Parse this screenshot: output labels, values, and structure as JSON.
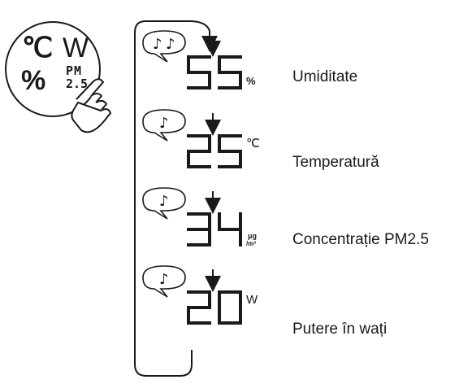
{
  "button": {
    "top_row_left": "℃",
    "top_row_right": "W",
    "bottom_row_left": "%",
    "pm_line1": "PM",
    "pm_line2": "2.5"
  },
  "readings": [
    {
      "digits": "55",
      "unit": "%",
      "beeps": 2,
      "label": "Umiditate"
    },
    {
      "digits": "25",
      "unit": "℃",
      "beeps": 1,
      "label": "Temperatură"
    },
    {
      "digits": "34",
      "unit_top": "μg",
      "unit_bottom": "/m³",
      "beeps": 1,
      "label": "Concentrație PM2.5"
    },
    {
      "digits": "20",
      "unit": "W",
      "beeps": 1,
      "label": "Putere în wați"
    }
  ],
  "icons": [
    "hand-pointer-icon",
    "speech-bubble-icon",
    "music-note-icon",
    "arrow-down-icon",
    "loop-arrow-icon"
  ],
  "colors": {
    "ink": "#1a1a1a",
    "background": "#ffffff"
  }
}
